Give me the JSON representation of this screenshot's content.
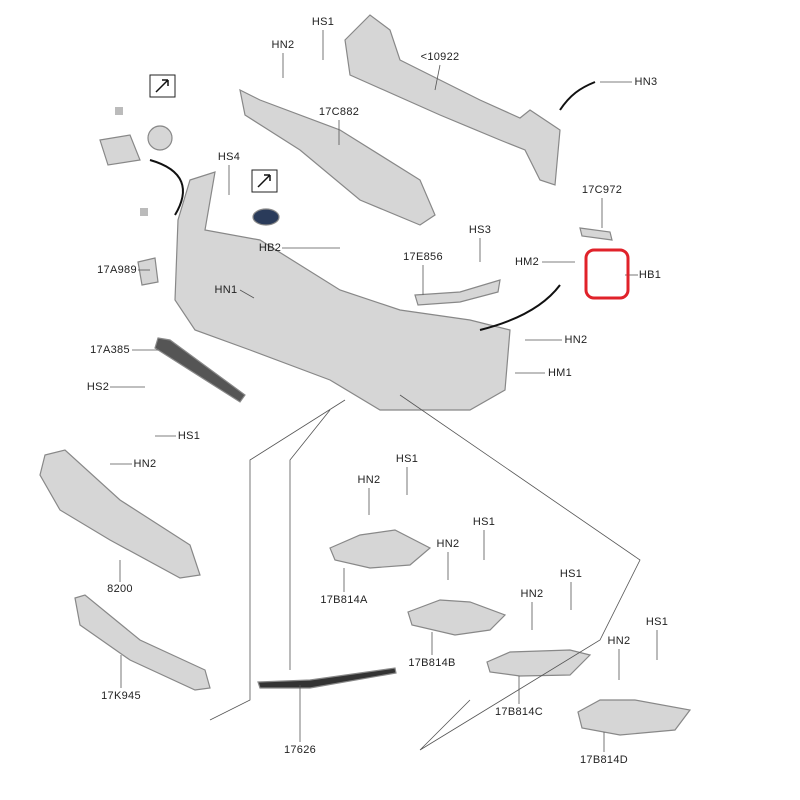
{
  "labels": {
    "hs1_top": "HS1",
    "hn2_top": "HN2",
    "reinforcement": "<10922",
    "hn3": "HN3",
    "absorber": "17C882",
    "hs4": "HS4",
    "bracket_right": "17C972",
    "hs3": "HS3",
    "hb2": "HB2",
    "trim_17e856": "17E856",
    "hm2": "HM2",
    "hb1": "HB1",
    "cover_17a989": "17A989",
    "hn1": "HN1",
    "panel_17a385": "17A385",
    "hn2_right": "HN2",
    "hm1": "HM1",
    "hs2": "HS2",
    "hs1_grille": "HS1",
    "hn2_grille": "HN2",
    "grille": "8200",
    "hs1_a": "HS1",
    "hn2_a": "HN2",
    "part_a": "17B814A",
    "hs1_b": "HS1",
    "hn2_b": "HN2",
    "part_b": "17B814B",
    "hs1_c": "HS1",
    "hn2_c": "HN2",
    "part_c": "17B814C",
    "hs1_d": "HS1",
    "hn2_d": "HN2",
    "part_d": "17B814D",
    "lower_grille": "17K945",
    "molding": "17626"
  },
  "colors": {
    "part_fill": "#d9d9d9",
    "part_stroke": "#8a8a8a",
    "highlight": "#e0222a",
    "line": "#555555"
  }
}
